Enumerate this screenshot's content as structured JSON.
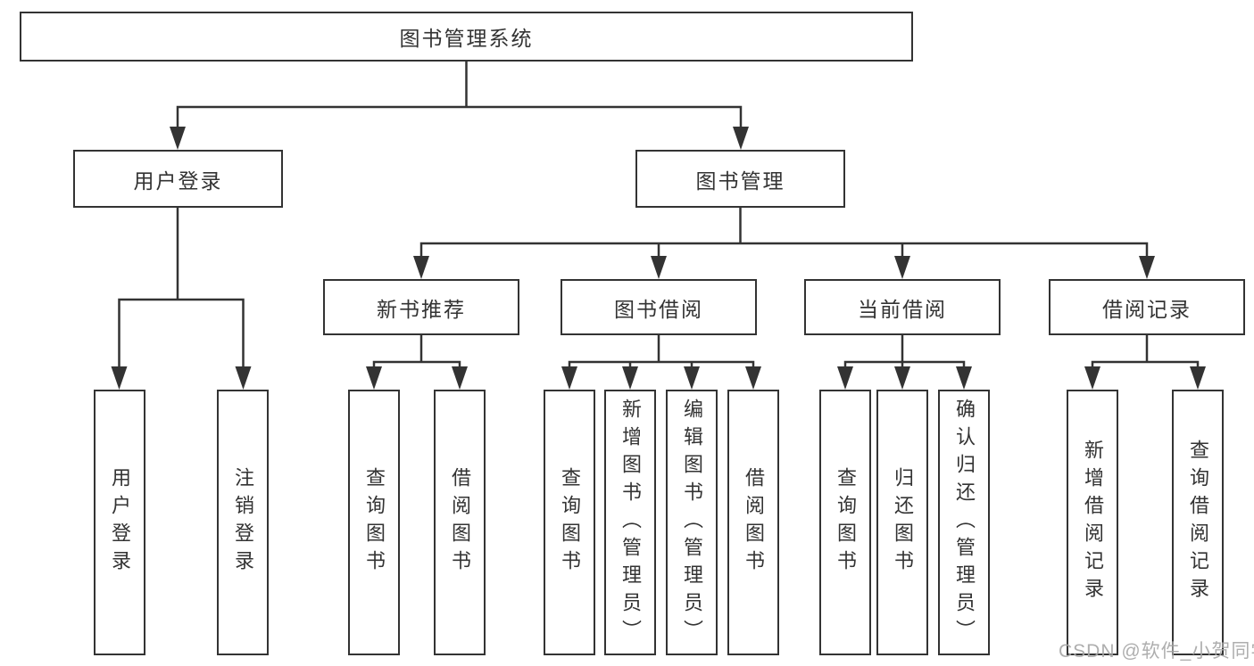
{
  "diagram": {
    "type": "org-tree",
    "root": {
      "label": "图书管理系统"
    },
    "level2": [
      {
        "label": "用户登录"
      },
      {
        "label": "图书管理"
      }
    ],
    "level3": [
      {
        "label": "新书推荐",
        "parent": "图书管理"
      },
      {
        "label": "图书借阅",
        "parent": "图书管理"
      },
      {
        "label": "当前借阅",
        "parent": "图书管理"
      },
      {
        "label": "借阅记录",
        "parent": "图书管理"
      }
    ],
    "leaves": [
      {
        "label": "用户登录",
        "parent": "用户登录"
      },
      {
        "label": "注销登录",
        "parent": "用户登录"
      },
      {
        "label": "查询图书",
        "parent": "新书推荐"
      },
      {
        "label": "借阅图书",
        "parent": "新书推荐"
      },
      {
        "label": "查询图书",
        "parent": "图书借阅"
      },
      {
        "label": "新增图书（管理员）",
        "parent": "图书借阅"
      },
      {
        "label": "编辑图书（管理员）",
        "parent": "图书借阅"
      },
      {
        "label": "借阅图书",
        "parent": "图书借阅"
      },
      {
        "label": "查询图书",
        "parent": "当前借阅"
      },
      {
        "label": "归还图书",
        "parent": "当前借阅"
      },
      {
        "label": "确认归还（管理员）",
        "parent": "当前借阅"
      },
      {
        "label": "新增借阅记录",
        "parent": "借阅记录"
      },
      {
        "label": "查询借阅记录",
        "parent": "借阅记录"
      }
    ]
  },
  "watermark": "CSDN @软件_小贺同学",
  "colors": {
    "stroke": "#333333",
    "box_background": "#ffffff",
    "page_background": "#ffffff",
    "watermark": "#a8a8a8"
  }
}
